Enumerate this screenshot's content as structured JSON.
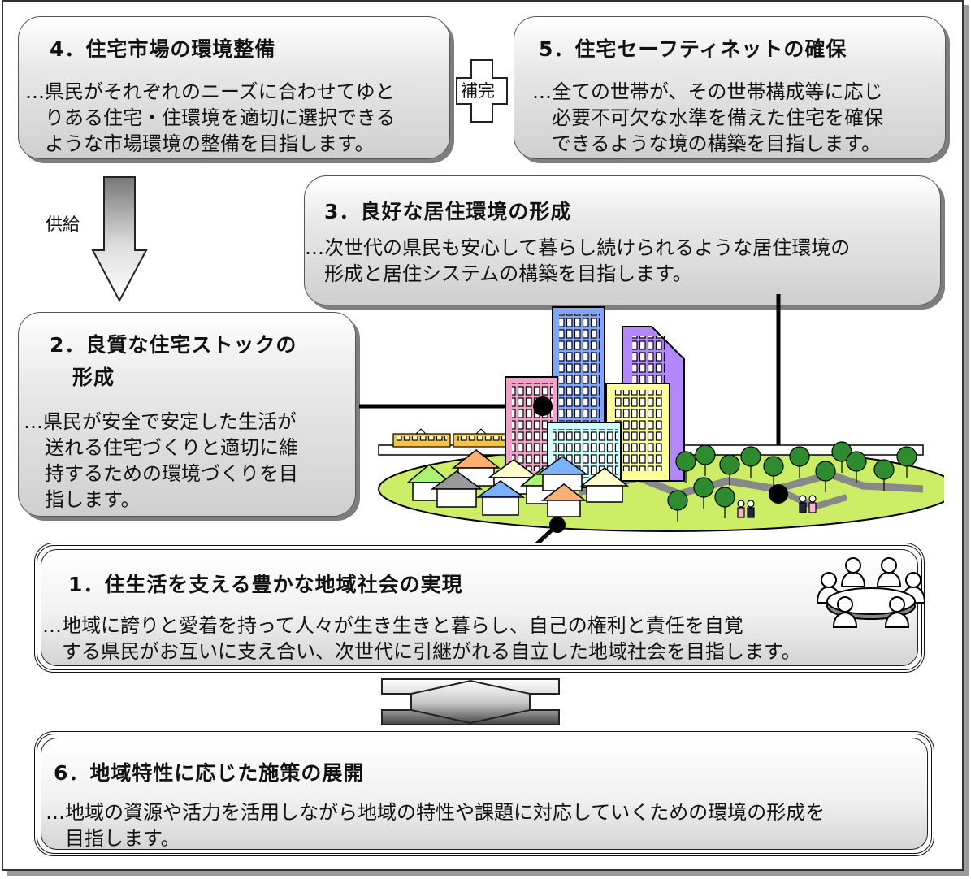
{
  "box4": {
    "title": "4．住宅市場の環境整備",
    "lines": [
      "…県民がそれぞれのニーズに合わせてゆと",
      "りある住宅・住環境を適切に選択できる",
      "ような市場環境の整備を目指します。"
    ]
  },
  "hokan_label": "補完",
  "box5": {
    "title": "5．住宅セーフティネットの確保",
    "lines": [
      "…全ての世帯が、その世帯構成等に応じ",
      "必要不可欠な水準を備えた住宅を確保",
      "できるような境の構築を目指します。"
    ]
  },
  "kyokyu_label": "供給",
  "box3": {
    "title": "3．良好な居住環境の形成",
    "lines": [
      "…次世代の県民も安心して暮らし続けられるような居住環境の",
      "形成と居住システムの構築を目指します。"
    ]
  },
  "box2": {
    "title_lines": [
      "2．良質な住宅ストックの",
      "形成"
    ],
    "lines": [
      "…県民が安全で安定した生活が",
      "送れる住宅づくりと適切に維",
      "持するための環境づくりを目",
      "指します。"
    ]
  },
  "box1": {
    "title": "1．住生活を支える豊かな地域社会の実現",
    "lines": [
      "…地域に誇りと愛着を持って人々が生き生きと暮らし、自己の権利と責任を自覚",
      "する県民がお互いに支え合い、次世代に引継がれる自立した地域社会を目指します。"
    ]
  },
  "box6": {
    "title": "6．地域特性に応じた施策の展開",
    "lines": [
      "…地域の資源や活力を活用しながら地域の特性や課題に対応していくための環境の形成を",
      "目指します。"
    ]
  },
  "icons": [
    "town-illustration",
    "meeting-people-icon",
    "down-arrow",
    "double-arrow",
    "plus-cross"
  ],
  "colors": {
    "box_gradient_light": "#ffffff",
    "box_gradient_dark": "#cfcfcf",
    "ground": "#ccee66",
    "road": "#888888",
    "building_blue": "#7fa6ff",
    "building_purple": "#b388ff",
    "building_pink": "#f5a0c8",
    "building_yellow": "#ffff99",
    "building_cyan": "#ccffff",
    "tree": "#2e8b2e"
  }
}
